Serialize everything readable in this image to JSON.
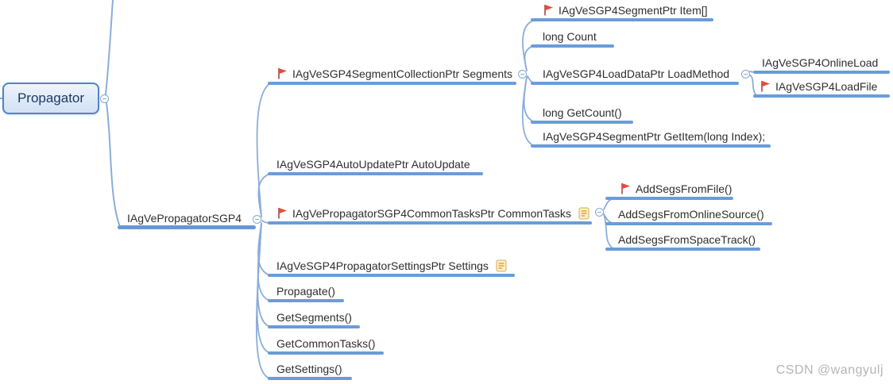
{
  "watermark": {
    "text": "CSDN @wangyulj"
  },
  "colors": {
    "branch_line": "#8badda",
    "topic_underline": "#6a9cd8",
    "root_fill_top": "#eef4fc",
    "root_fill_bottom": "#d2e1f4",
    "root_border": "#4f85c8",
    "root_text": "#1c3a63",
    "topic_text": "#2e2e2e",
    "flag_red": "#e64c3c",
    "note_yellow": "#fbf0c8",
    "watermark_gray": "#b5b5b5"
  },
  "icons": {
    "flag": "red flag marker",
    "note": "yellow notes marker",
    "collapse": "minus collapse toggle"
  },
  "root": {
    "label": "Propagator"
  },
  "nodes": {
    "sgp4": {
      "label": "IAgVePropagatorSGP4"
    },
    "segments": {
      "label": "IAgVeSGP4SegmentCollectionPtr Segments",
      "has_flag": true
    },
    "item": {
      "label": "IAgVeSGP4SegmentPtr Item[]",
      "has_flag": true
    },
    "count": {
      "label": "long Count"
    },
    "loadmethod": {
      "label": "IAgVeSGP4LoadDataPtr LoadMethod"
    },
    "onlineload": {
      "label": "IAgVeSGP4OnlineLoad"
    },
    "loadfile": {
      "label": "IAgVeSGP4LoadFile",
      "has_flag": true
    },
    "getcount": {
      "label": "long GetCount()"
    },
    "getitem": {
      "label": "IAgVeSGP4SegmentPtr GetItem(long Index);"
    },
    "autoupdate": {
      "label": "IAgVeSGP4AutoUpdatePtr AutoUpdate"
    },
    "commontasks": {
      "label": "IAgVePropagatorSGP4CommonTasksPtr CommonTasks",
      "has_flag": true,
      "has_note": true
    },
    "addfile": {
      "label": "AddSegsFromFile()",
      "has_flag": true
    },
    "addonline": {
      "label": "AddSegsFromOnlineSource()"
    },
    "addspacetrack": {
      "label": "AddSegsFromSpaceTrack()"
    },
    "settings": {
      "label": "IAgVeSGP4PropagatorSettingsPtr Settings",
      "has_note": true
    },
    "propagate": {
      "label": "Propagate()"
    },
    "getsegments": {
      "label": "GetSegments()"
    },
    "getcommontasks": {
      "label": "GetCommonTasks()"
    },
    "getsettings": {
      "label": "GetSettings()"
    }
  }
}
